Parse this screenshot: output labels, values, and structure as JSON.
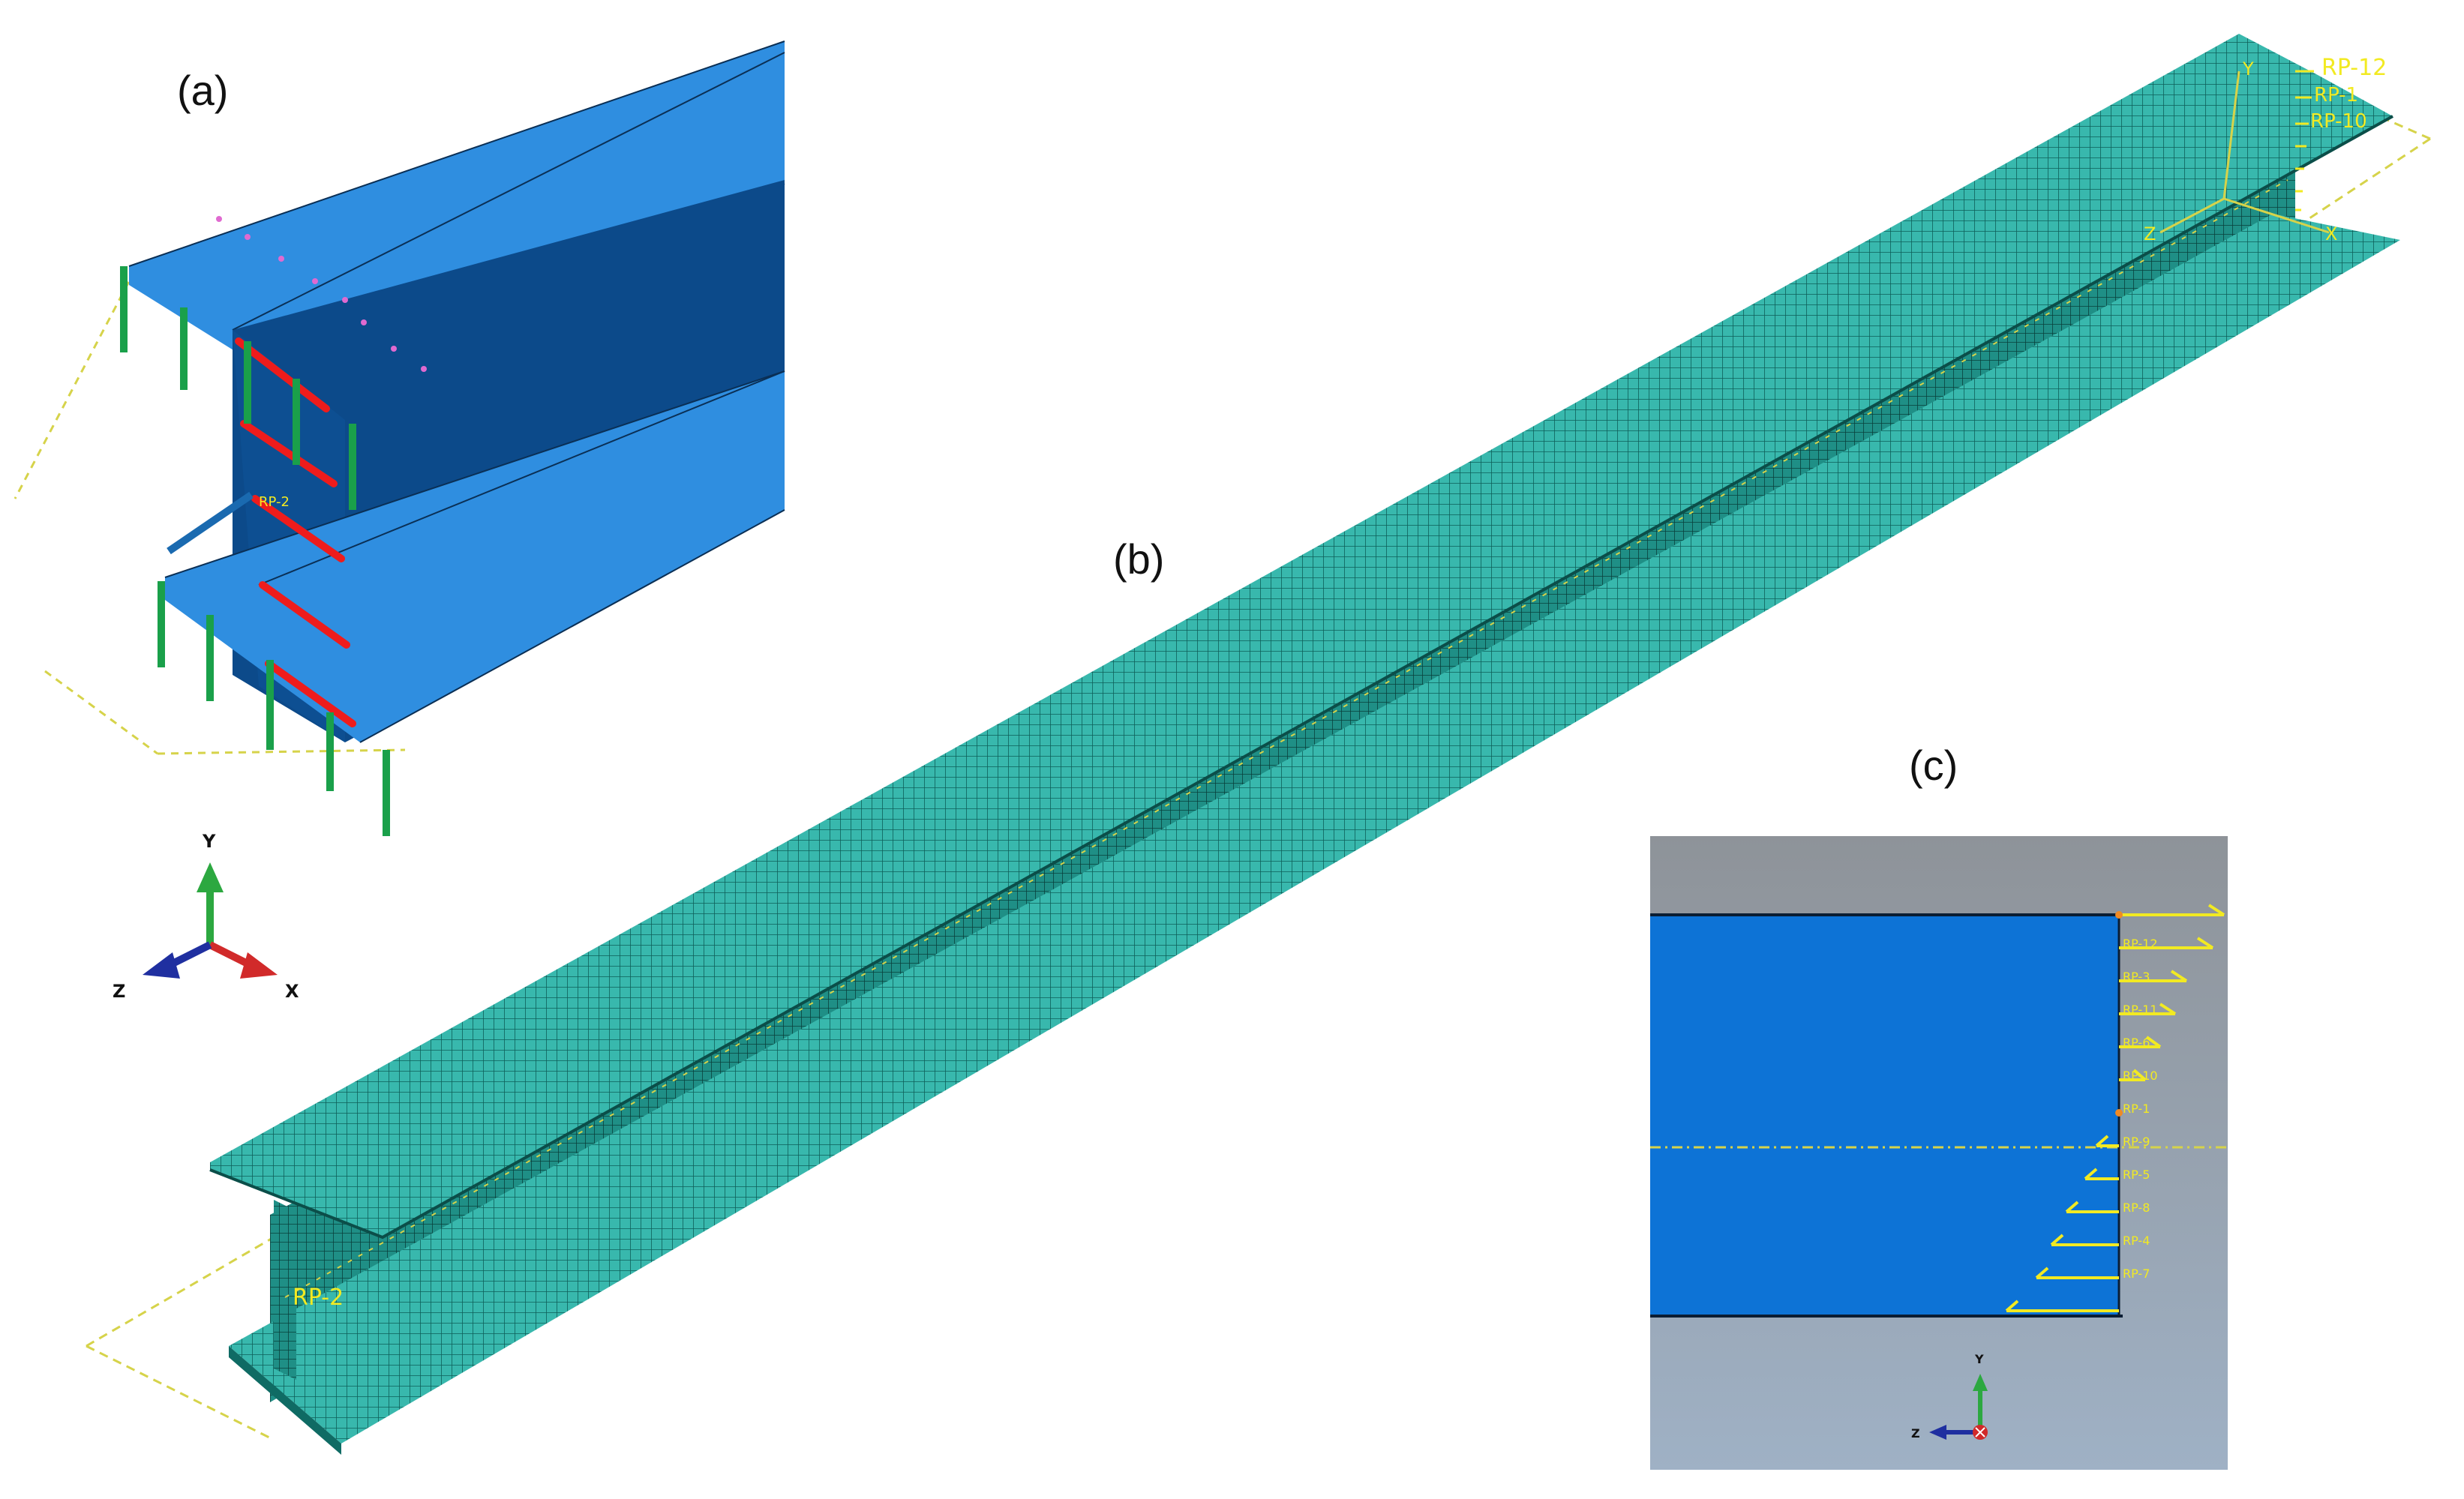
{
  "figure": {
    "panel_a": {
      "label": "(a)",
      "rp_label": "RP-2",
      "triad": {
        "x": "X",
        "y": "Y",
        "z": "Z"
      }
    },
    "panel_b": {
      "label": "(b)",
      "rp_left": "RP-2",
      "rp_right": [
        "RP-12",
        "RP-1",
        "RP-10"
      ],
      "triad": {
        "x": "X",
        "y": "Y",
        "z": "Z"
      }
    },
    "panel_c": {
      "label": "(c)",
      "rp_labels": [
        "RP-12",
        "RP-3",
        "RP-11",
        "RP-6",
        "RP-10",
        "RP-1",
        "RP-9",
        "RP-5",
        "RP-8",
        "RP-4",
        "RP-7"
      ],
      "triad": {
        "y": "Y",
        "z": "Z"
      }
    }
  },
  "colors": {
    "mesh": "#2fb3a8",
    "mesh_dark": "#137a72",
    "steel_light": "#2f8ee0",
    "steel_dark": "#0c4a8a",
    "support": "#1aa04a",
    "restraint": "#ee1c1c",
    "load": "#f2ea22"
  }
}
